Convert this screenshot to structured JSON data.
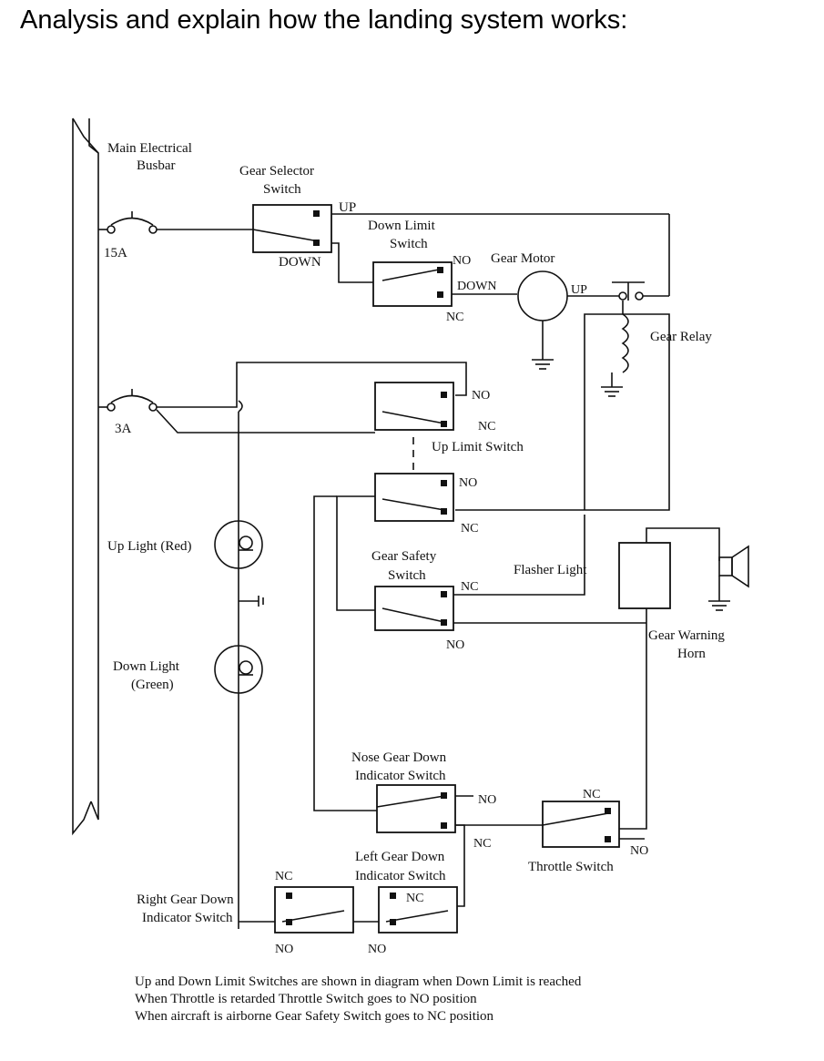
{
  "question": "Analysis and explain how the landing system works:",
  "labels": {
    "busbar_line1": "Main Electrical",
    "busbar_line2": "Busbar",
    "breaker_15a": "15A",
    "breaker_3a": "3A",
    "gear_selector_line1": "Gear Selector",
    "gear_selector_line2": "Switch",
    "up": "UP",
    "down": "DOWN",
    "down_limit_line1": "Down Limit",
    "down_limit_line2": "Switch",
    "no": "NO",
    "nc": "NC",
    "gear_motor": "Gear Motor",
    "motor_down": "DOWN",
    "motor_up": "UP",
    "gear_relay": "Gear Relay",
    "up_limit_switch": "Up Limit Switch",
    "up_light": "Up Light (Red)",
    "down_light_line1": "Down Light",
    "down_light_line2": "(Green)",
    "gear_safety_line1": "Gear Safety",
    "gear_safety_line2": "Switch",
    "flasher_light": "Flasher Light",
    "warning_horn_line1": "Gear Warning",
    "warning_horn_line2": "Horn",
    "nose_gear_line1": "Nose Gear Down",
    "nose_gear_line2": "Indicator Switch",
    "left_gear_line1": "Left Gear Down",
    "left_gear_line2": "Indicator Switch",
    "right_gear_line1": "Right Gear Down",
    "right_gear_line2": "Indicator Switch",
    "throttle_switch": "Throttle Switch"
  },
  "notes": [
    "Up and Down Limit Switches are shown in diagram when Down Limit is reached",
    "When Throttle is retarded Throttle Switch goes to NO position",
    "When aircraft is airborne Gear Safety Switch goes to NC position"
  ]
}
